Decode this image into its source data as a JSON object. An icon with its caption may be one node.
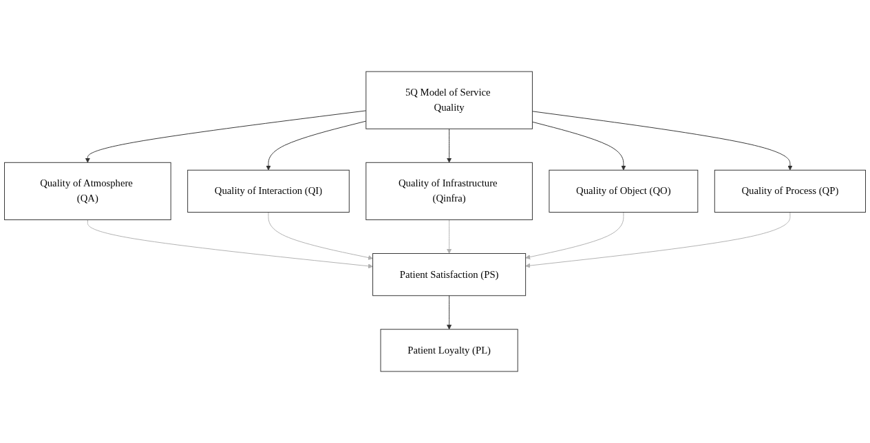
{
  "diagram": {
    "nodes": [
      {
        "text": [
          "5Q Model of Service Quality"
        ]
      },
      {
        "text": [
          "Quality of Atmosphere (QA)"
        ]
      },
      {
        "text": [
          "Quality of Interaction (QI)"
        ]
      },
      {
        "text": [
          "Quality of Infrastructure (Qinfra)"
        ]
      },
      {
        "text": [
          "Quality of Object (QO)"
        ]
      },
      {
        "text": [
          "Quality of Process (QP)"
        ]
      },
      {
        "text": [
          "Patient Satisfaction (PS)"
        ]
      },
      {
        "text": [
          "Patient Loyalty (PL)"
        ]
      }
    ],
    "edges": [
      {
        "from": 0,
        "to": 1,
        "arrow": "to"
      },
      {
        "from": 0,
        "to": 2,
        "arrow": "to"
      },
      {
        "from": 0,
        "to": 3,
        "arrow": "to"
      },
      {
        "from": 0,
        "to": 4,
        "arrow": "to"
      },
      {
        "from": 0,
        "to": 5,
        "arrow": "to"
      },
      {
        "from": 1,
        "to": 6,
        "arrow": "to",
        "color": "#b0b0b0"
      },
      {
        "from": 2,
        "to": 6,
        "arrow": "to",
        "color": "#b0b0b0"
      },
      {
        "from": 3,
        "to": 6,
        "arrow": "to",
        "color": "#b0b0b0"
      },
      {
        "from": 4,
        "to": 6,
        "arrow": "to",
        "color": "#b0b0b0"
      },
      {
        "from": 5,
        "to": 6,
        "arrow": "to",
        "color": "#b0b0b0"
      },
      {
        "from": 6,
        "to": 7,
        "arrow": "to"
      }
    ]
  }
}
